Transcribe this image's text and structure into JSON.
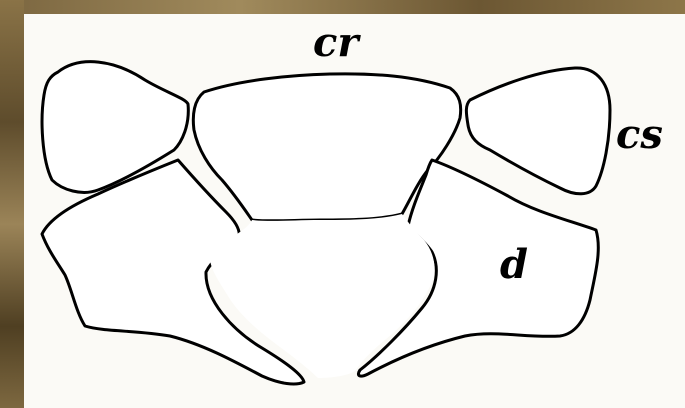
{
  "labels": {
    "cr": "cr",
    "cs": "cs",
    "d": "d"
  },
  "colors": {
    "background": "#6b5a38",
    "paper": "#fbfaf6",
    "outline": "#000000"
  }
}
